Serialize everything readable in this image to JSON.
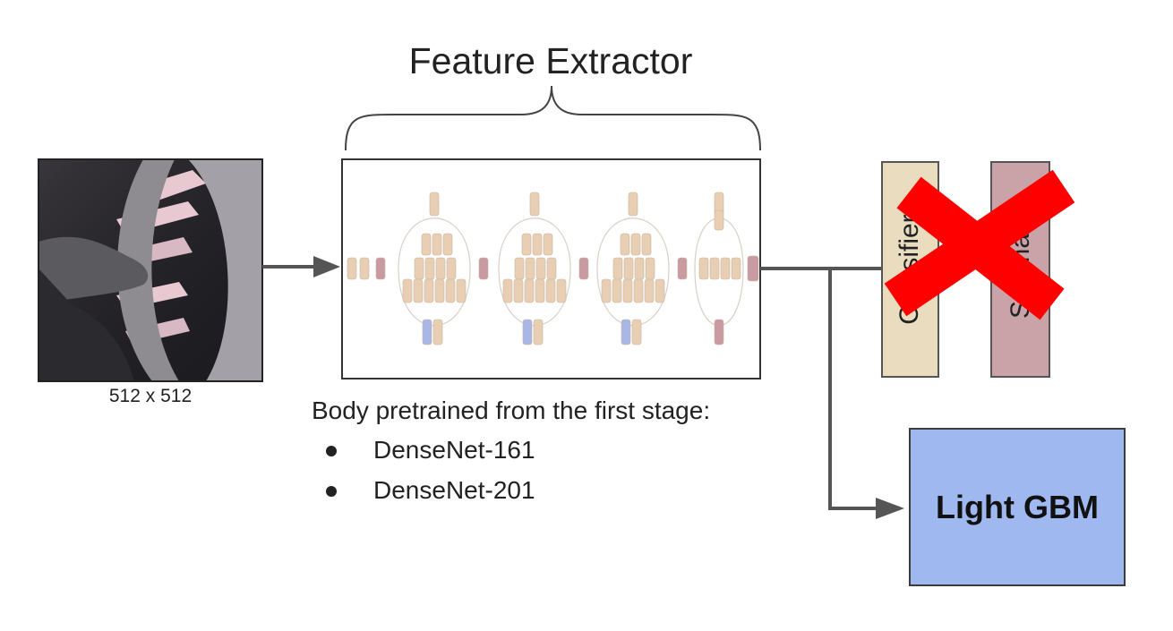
{
  "diagram": {
    "title": "Feature Extractor",
    "input_image_caption": "512 x 512",
    "description_heading": "Body pretrained from the first stage:",
    "backbones": [
      "DenseNet-161",
      "DenseNet-201"
    ],
    "removed_head": {
      "classifier_label": "Classifier",
      "activation_label": "Softmax"
    },
    "output_model_label": "Light GBM"
  },
  "colors": {
    "feature_block": "#e8cfb3",
    "transition_block": "#c99aa2",
    "pool_block": "#a8b7e6",
    "classifier_bar": "#eadcbf",
    "softmax_bar": "#c9a3a8",
    "cross": "#ff0000",
    "lgbm": "#9fb8ef"
  }
}
